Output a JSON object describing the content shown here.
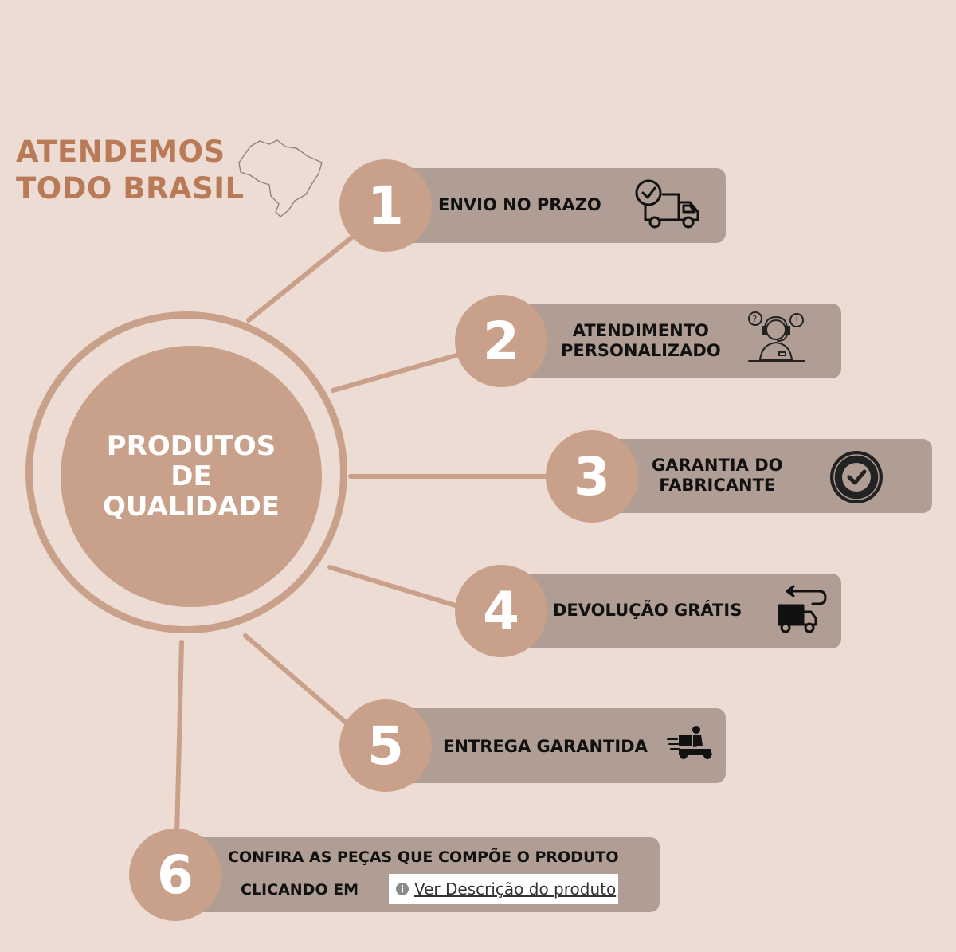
{
  "headline": {
    "line1": "ATENDEMOS",
    "line2": "TODO BRASIL"
  },
  "hub": {
    "line1": "PRODUTOS",
    "line2": "DE",
    "line3": "QUALIDADE"
  },
  "items": [
    {
      "number": "1",
      "line1": "ENVIO NO PRAZO",
      "icon": "delivery-truck-clock-icon"
    },
    {
      "number": "2",
      "line1": "ATENDIMENTO",
      "line2": "PERSONALIZADO",
      "icon": "customer-support-headset-icon"
    },
    {
      "number": "3",
      "line1": "GARANTIA DO",
      "line2": "FABRICANTE",
      "icon": "approved-seal-icon"
    },
    {
      "number": "4",
      "line1": "DEVOLUÇÃO GRÁTIS",
      "icon": "return-truck-icon"
    },
    {
      "number": "5",
      "line1": "ENTREGA GARANTIDA",
      "icon": "delivery-scooter-icon"
    },
    {
      "number": "6",
      "line1": "CONFIRA AS PEÇAS QUE COMPÕE O PRODUTO",
      "line2": "CLICANDO EM",
      "link_text": "Ver Descrição do produto",
      "icon": "info-icon"
    }
  ],
  "colors": {
    "background": "#ecdcd3",
    "accent": "#c9a18a",
    "bar": "#b09d93",
    "headline": "#b97a57"
  }
}
